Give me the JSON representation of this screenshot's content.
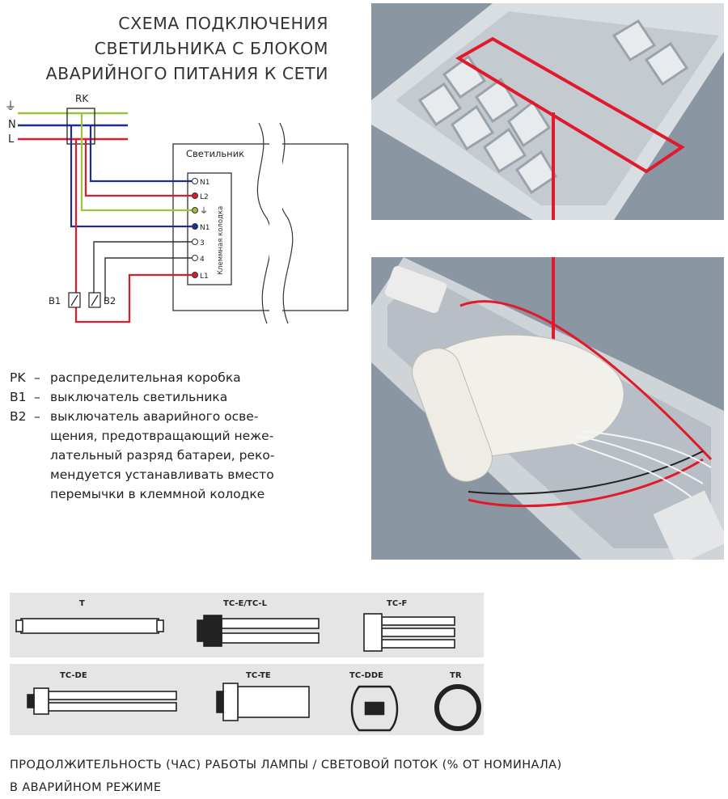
{
  "title": {
    "lines": [
      "СХЕМА ПОДКЛЮЧЕНИЯ",
      "СВЕТИЛЬНИКА С БЛОКОМ",
      "АВАРИЙНОГО ПИТАНИЯ К СЕТИ"
    ]
  },
  "schematic": {
    "ground_symbol": "⏚",
    "line_n": "N",
    "line_l": "L",
    "rk_label": "RK",
    "fixture_label": "Светильник",
    "terminal_block_label": "Клеммная колодка",
    "terminals": [
      "N1",
      "L2",
      "⏚",
      "N1",
      "3",
      "4",
      "L1"
    ],
    "switch_b1": "B1",
    "switch_b2": "B2"
  },
  "legend": [
    {
      "abbr": "PK",
      "dash": "–",
      "text": "распределительная коробка"
    },
    {
      "abbr": "B1",
      "dash": "–",
      "text": "выключатель светильника"
    },
    {
      "abbr": "B2",
      "dash": "–",
      "text": "выключатель аварийного осве-\nщения, предотвращающий неже-\nлательный разряд батареи, реко-\nмендуется устанавливать вместо\nперемычки в клеммной колодке"
    }
  ],
  "lamps": {
    "row1": [
      "T",
      "TC-E/TC-L",
      "TC-F"
    ],
    "row2": [
      "TC-DE",
      "TC-TE",
      "TC-DDE",
      "TR"
    ]
  },
  "footer": {
    "line1": "ПРОДОЛЖИТЕЛЬНОСТЬ (ЧАС) РАБОТЫ ЛАМПЫ / СВЕТОВОЙ ПОТОК (% ОТ НОМИНАЛА)",
    "line2": "В АВАРИЙНОМ РЕЖИМЕ"
  },
  "colors": {
    "red": "#e0192b",
    "blue": "#1c2f8c",
    "green_yellow": "#9cc33c",
    "photo_bg": "#8a97a3"
  }
}
